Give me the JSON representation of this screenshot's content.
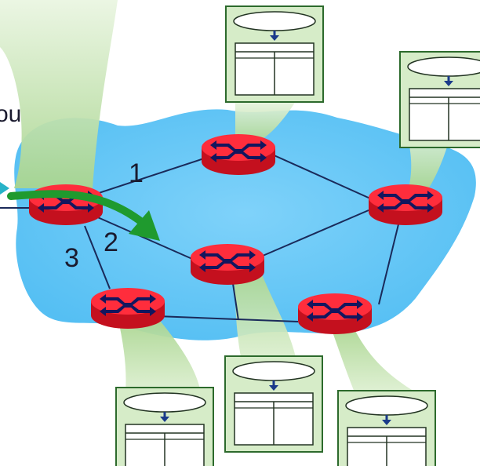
{
  "colors": {
    "cloud": "#66c8f7",
    "router_top": "#ff2d3c",
    "router_side": "#c4101e",
    "router_mark": "#13165e",
    "table_fill": "#d6ecc8",
    "table_border": "#2c6a2c",
    "beam": "#9fcf86",
    "arrow": "#1f9a2e",
    "link": "#1a2a5a"
  },
  "partial_text": "ou",
  "link_labels": {
    "l1": "1",
    "l2": "2",
    "l3": "3"
  },
  "icons": {
    "router": "router-icon",
    "table": "forwarding-table-icon",
    "arrow": "forward-arrow-icon"
  }
}
